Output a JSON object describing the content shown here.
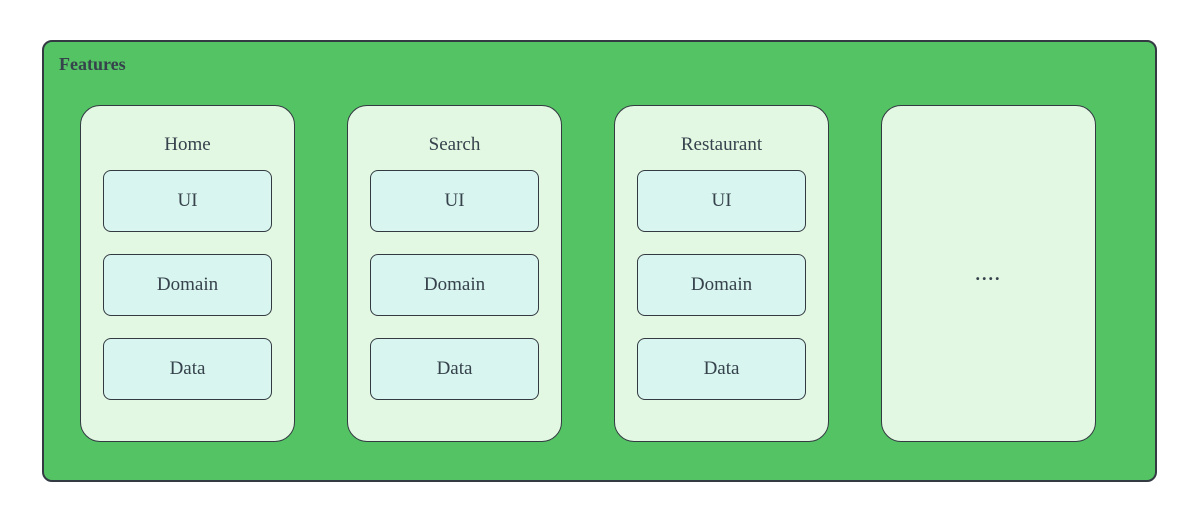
{
  "diagram": {
    "title": "Features",
    "columns": [
      {
        "title": "Home",
        "layers": [
          "UI",
          "Domain",
          "Data"
        ]
      },
      {
        "title": "Search",
        "layers": [
          "UI",
          "Domain",
          "Data"
        ]
      },
      {
        "title": "Restaurant",
        "layers": [
          "UI",
          "Domain",
          "Data"
        ]
      },
      {
        "title": "",
        "placeholder": "...."
      }
    ],
    "colors": {
      "container-fill": "#54c364",
      "card-fill": "#e3f8e3",
      "layer-fill": "#d8f5ef",
      "stroke": "#333a42",
      "text": "#36424c",
      "page-bg": "#ffffff"
    }
  }
}
